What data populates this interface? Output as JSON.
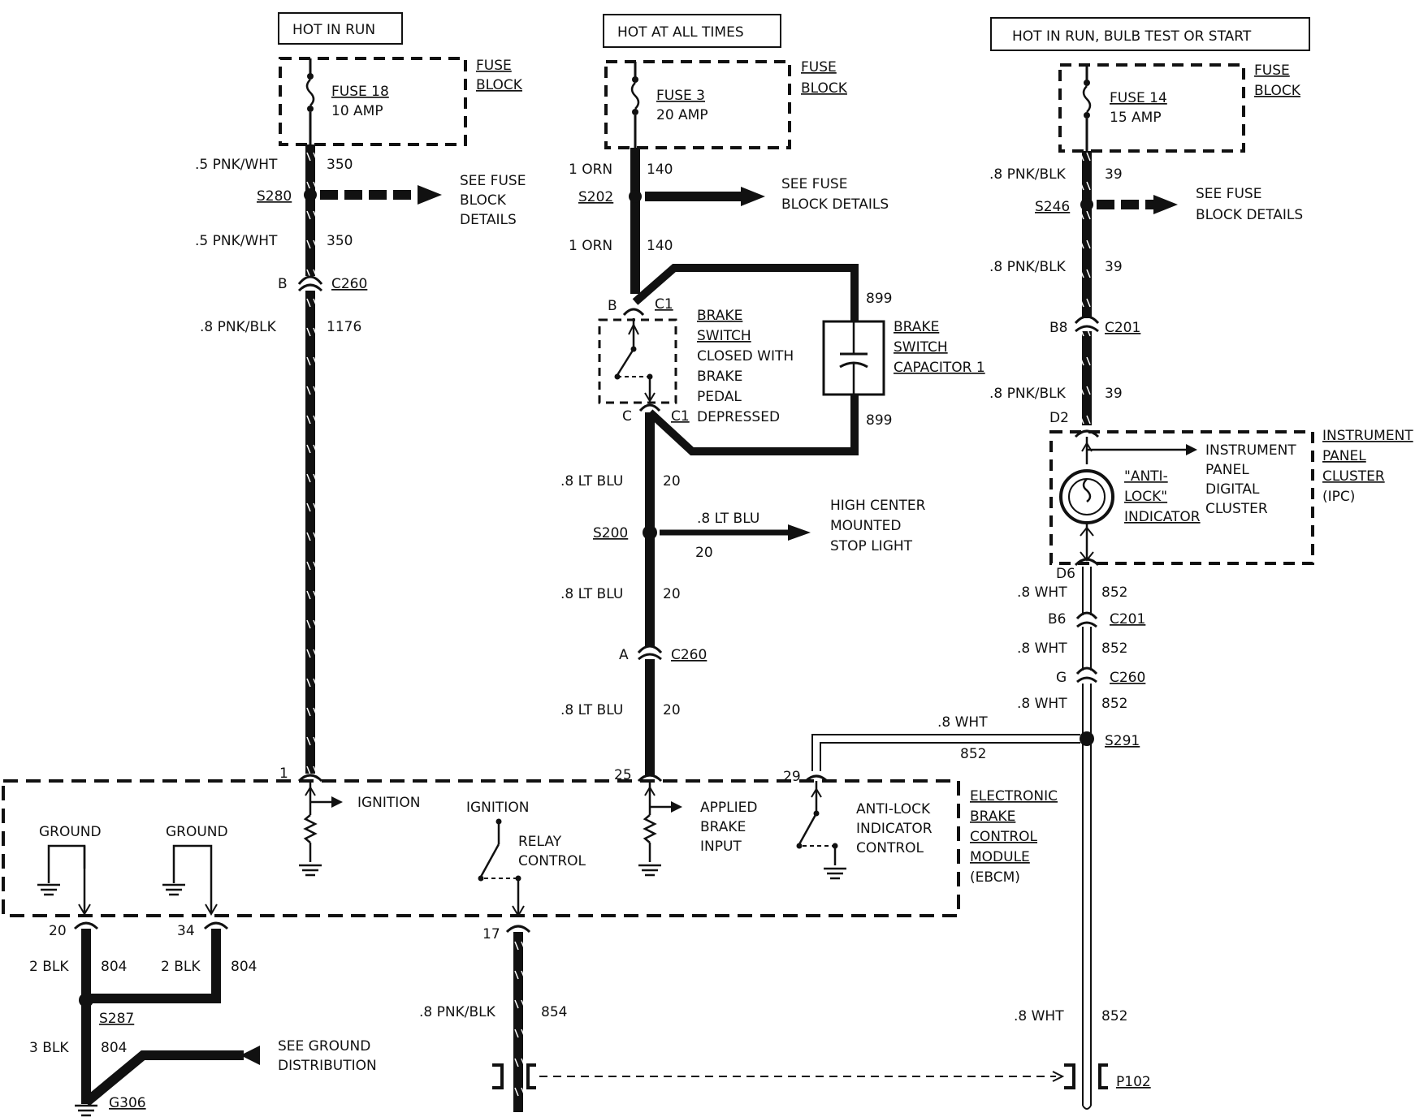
{
  "power": {
    "left": "HOT IN RUN",
    "mid": "HOT AT ALL TIMES",
    "right": "HOT IN RUN, BULB TEST OR START"
  },
  "fuse_block": {
    "line1": "FUSE",
    "line2": "BLOCK"
  },
  "fuses": {
    "f18": {
      "name": "FUSE 18",
      "rating": "10 AMP"
    },
    "f3": {
      "name": "FUSE 3",
      "rating": "20 AMP"
    },
    "f14": {
      "name": "FUSE 14",
      "rating": "15 AMP"
    }
  },
  "see_fuse": {
    "line1": "SEE FUSE",
    "line2": "BLOCK",
    "line3": "DETAILS",
    "line2b": "BLOCK DETAILS"
  },
  "wires": {
    "pnkwht5": ".5 PNK/WHT",
    "pnkblk8": ".8 PNK/BLK",
    "orn1": "1 ORN",
    "ltblu8": ".8 LT BLU",
    "wht8": ".8 WHT",
    "blk2": "2 BLK",
    "blk3": "3 BLK"
  },
  "circuits": {
    "c350": "350",
    "c1176": "1176",
    "c140": "140",
    "c899": "899",
    "c20": "20",
    "c39": "39",
    "c852": "852",
    "c804": "804",
    "c854": "854"
  },
  "splices": {
    "s280": "S280",
    "s202": "S202",
    "s246": "S246",
    "s200": "S200",
    "s291": "S291",
    "s287": "S287",
    "g306": "G306",
    "p102": "P102"
  },
  "connectors": {
    "c260": "C260",
    "c201": "C201",
    "c1": "C1",
    "pin_b": "B",
    "pin_c": "C",
    "pin_a": "A",
    "pin_g": "G",
    "pin_b8": "B8",
    "pin_d2": "D2",
    "pin_d6": "D6",
    "pin_b6": "B6",
    "pin_1": "1",
    "pin_25": "25",
    "pin_29": "29",
    "pin_20": "20",
    "pin_34": "34",
    "pin_17": "17"
  },
  "brake_switch": {
    "l1": "BRAKE",
    "l2": "SWITCH",
    "l3": "CLOSED WITH",
    "l4": "BRAKE",
    "l5": "PEDAL",
    "l6": "DEPRESSED"
  },
  "capacitor": {
    "l1": "BRAKE",
    "l2": "SWITCH",
    "l3": "CAPACITOR 1"
  },
  "high_center": {
    "l1": "HIGH CENTER",
    "l2": "MOUNTED",
    "l3": "STOP LIGHT"
  },
  "ipc": {
    "indicator1": "\"ANTI-",
    "indicator2": "LOCK\"",
    "indicator3": "INDICATOR",
    "digital1": "INSTRUMENT",
    "digital2": "PANEL",
    "digital3": "DIGITAL",
    "digital4": "CLUSTER",
    "name1": "INSTRUMENT",
    "name2": "PANEL",
    "name3": "CLUSTER",
    "name4": "(IPC)"
  },
  "ebcm": {
    "ground": "GROUND",
    "ignition": "IGNITION",
    "relay1": "RELAY",
    "relay2": "CONTROL",
    "applied1": "APPLIED",
    "applied2": "BRAKE",
    "applied3": "INPUT",
    "antilock1": "ANTI-LOCK",
    "antilock2": "INDICATOR",
    "antilock3": "CONTROL",
    "name1": "ELECTRONIC",
    "name2": "BRAKE",
    "name3": "CONTROL",
    "name4": "MODULE",
    "name5": "(EBCM)"
  },
  "ground_dist": {
    "l1": "SEE GROUND",
    "l2": "DISTRIBUTION"
  }
}
